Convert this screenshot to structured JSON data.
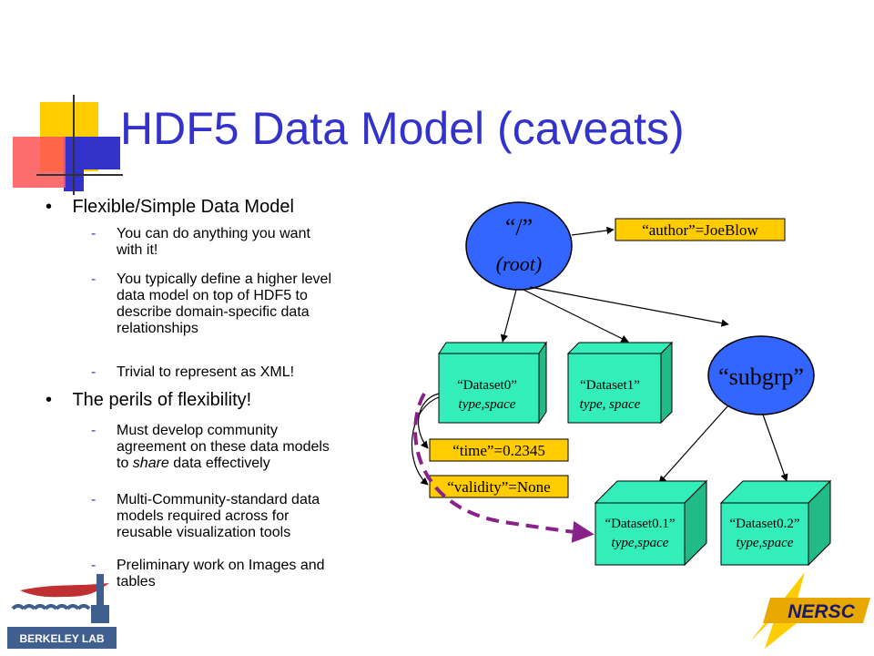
{
  "title": "HDF5 Data Model (caveats)",
  "bullets": [
    {
      "text": "Flexible/Simple Data Model",
      "subs": [
        [
          "You can do anything you want",
          "with it!"
        ],
        [
          "You typically define a higher level",
          "data model on top of HDF5 to",
          "describe domain-specific data",
          "relationships"
        ],
        [
          "Trivial to represent as XML!"
        ]
      ]
    },
    {
      "text": "The perils of flexibility!",
      "subs": [
        [
          "Must develop community",
          "agreement on these data models",
          "to *share* data effectively"
        ],
        [
          "Multi-Community-standard data",
          "models required across for",
          "reusable visualization tools"
        ],
        [
          "Preliminary work on Images and",
          "tables"
        ]
      ]
    }
  ],
  "diagram": {
    "root_label_1": "“/”",
    "root_label_2": "(root)",
    "author_attr": "“author”=JoeBlow",
    "subgroup_label": "“subgrp”",
    "dataset0_name": "“Dataset0”",
    "dataset0_type": "type,space",
    "dataset1_name": "“Dataset1”",
    "dataset1_type": "type, space",
    "time_attr": "“time”=0.2345",
    "validity_attr": "“validity”=None",
    "dataset01_name": "“Dataset0.1”",
    "dataset01_type": "type,space",
    "dataset02_name": "“Dataset0.2”",
    "dataset02_type": "type,space"
  },
  "logos": {
    "berkeley_lab": "BERKELEY LAB",
    "nersc": "NERSC"
  },
  "colors": {
    "title": "#3333cc",
    "node_fill": "#3366ff",
    "cube_fill": "#33eebb",
    "attr_fill": "#ffcc00",
    "dashed_arrow": "#882288"
  }
}
